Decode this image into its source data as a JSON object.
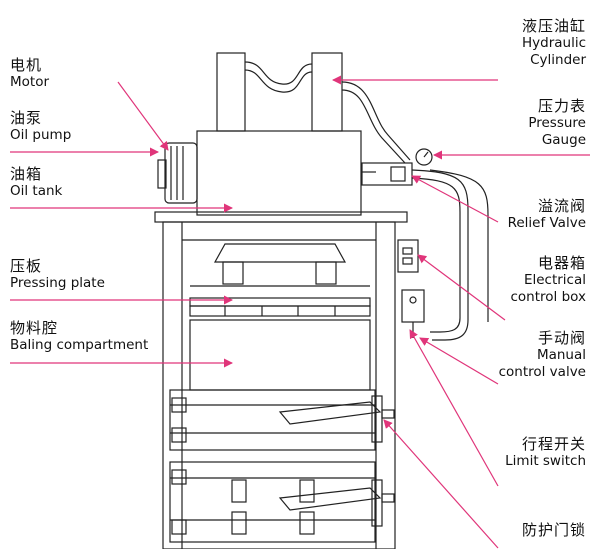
{
  "labels": {
    "motor": {
      "cn": "电机",
      "en": "Motor"
    },
    "oil_pump": {
      "cn": "油泵",
      "en": "Oil pump"
    },
    "oil_tank": {
      "cn": "油箱",
      "en": "Oil tank"
    },
    "pressing_plate": {
      "cn": "压板",
      "en": "Pressing plate"
    },
    "baling_compartment": {
      "cn": "物料腔",
      "en": "Baling compartment"
    },
    "hydraulic_cylinder": {
      "cn": "液压油缸",
      "en_line1": "Hydraulic",
      "en_line2": "Cylinder"
    },
    "pressure_gauge": {
      "cn": "压力表",
      "en_line1": "Pressure",
      "en_line2": "Gauge"
    },
    "relief_valve": {
      "cn": "溢流阀",
      "en": "Relief Valve"
    },
    "electrical_control_box": {
      "cn": "电器箱",
      "en_line1": "Electrical",
      "en_line2": "control box"
    },
    "manual_control_valve": {
      "cn": "手动阀",
      "en_line1": "Manual",
      "en_line2": "control valve"
    },
    "limit_switch": {
      "cn": "行程开关",
      "en": "Limit switch"
    },
    "door_lock": {
      "cn": "防护门锁"
    }
  },
  "colors": {
    "leader_line": "#e0357a",
    "machine_outline": "#222222"
  }
}
